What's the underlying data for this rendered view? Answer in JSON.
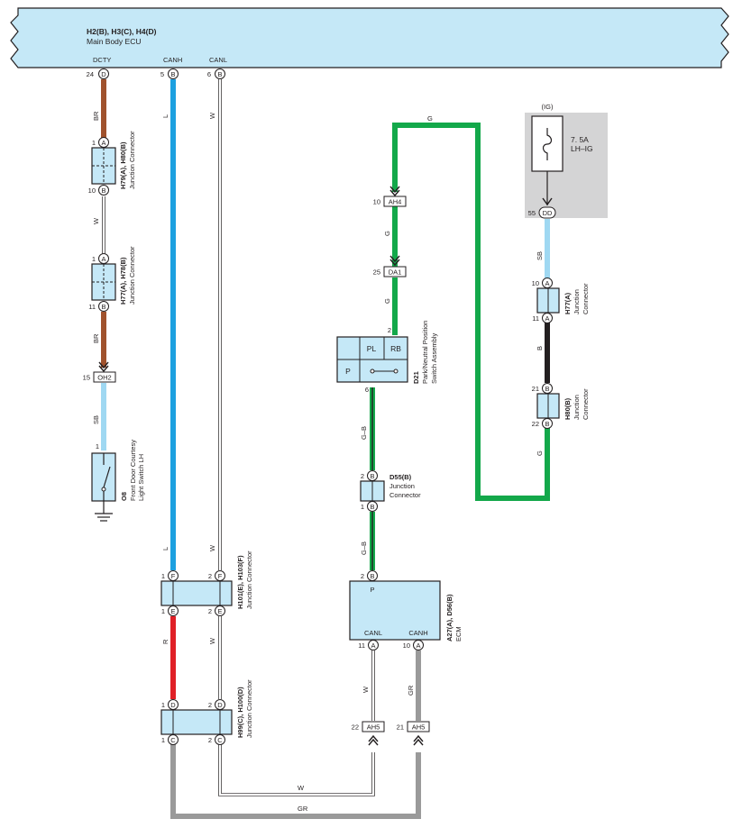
{
  "ecu": {
    "title_line1": "H2(B), H3(C), H4(D)",
    "title_line2": "Main Body ECU",
    "pins": {
      "dcty": {
        "label": "DCTY",
        "num": "24",
        "letter": "D"
      },
      "canh": {
        "label": "CANH",
        "num": "5",
        "letter": "B"
      },
      "canl": {
        "label": "CANL",
        "num": "6",
        "letter": "B"
      }
    }
  },
  "wire_colors": {
    "BR": "#a0522d",
    "W": "#ffffff",
    "SB": "#9fd8f2",
    "L": "#1ca0e0",
    "R": "#e02027",
    "GR": "#9a9a9a",
    "G": "#13a84a",
    "B": "#231f20",
    "G-B": "#13a84a"
  },
  "wire_labels": {
    "br1": "BR",
    "w1": "W",
    "br2": "BR",
    "sb1": "SB",
    "l1": "L",
    "l2": "L",
    "w_canl1": "W",
    "w_canl2": "W",
    "w_canl3": "W",
    "r1": "R",
    "g_top": "G",
    "g_ah4": "G",
    "g_da1": "G",
    "gb1": "G–B",
    "gb2": "G–B",
    "sb_fuse": "SB",
    "b_mid": "B",
    "g_right": "G",
    "w_ecm": "W",
    "gr_ecm": "GR",
    "w_bottom": "W",
    "gr_bottom": "GR"
  },
  "connectors": {
    "h79": {
      "name": "H79(A), H80(B)",
      "desc": "Junction Connector",
      "top_num": "1",
      "top_letter": "A",
      "bot_num": "10",
      "bot_letter": "B"
    },
    "h77": {
      "name": "H77(A), H78(B)",
      "desc": "Junction Connector",
      "top_num": "1",
      "top_letter": "A",
      "bot_num": "11",
      "bot_letter": "B"
    },
    "oh2": {
      "num": "15",
      "label": "OH2"
    },
    "o8": {
      "name": "O8",
      "desc1": "Front Door Courtesy",
      "desc2": "Light Switch LH",
      "pin": "1"
    },
    "h101": {
      "name": "H101(E), H103(F)",
      "desc": "Junction Connector",
      "l_top_num": "1",
      "l_top_letter": "F",
      "r_top_num": "2",
      "r_top_letter": "F",
      "l_bot_num": "1",
      "l_bot_letter": "E",
      "r_bot_num": "2",
      "r_bot_letter": "E"
    },
    "h99": {
      "name": "H99(C), H100(D)",
      "desc": "Junction Connector",
      "l_top_num": "1",
      "l_top_letter": "D",
      "r_top_num": "2",
      "r_top_letter": "D",
      "l_bot_num": "1",
      "l_bot_letter": "C",
      "r_bot_num": "2",
      "r_bot_letter": "C"
    },
    "ah4": {
      "num": "10",
      "label": "AH4"
    },
    "da1": {
      "num": "25",
      "label": "DA1"
    },
    "d21": {
      "name": "D21",
      "desc1": "Park/Neutral Position",
      "desc2": "Switch Assembly",
      "pin_top": "2",
      "pin_bot": "6",
      "cell_pl": "PL",
      "cell_rb": "RB",
      "cell_p": "P"
    },
    "d55": {
      "name": "D55(B)",
      "desc1": "Junction",
      "desc2": "Connector",
      "top_num": "2",
      "top_letter": "B",
      "bot_num": "1",
      "bot_letter": "B"
    },
    "ecm": {
      "name": "A27(A), D56(B)",
      "desc": "ECM",
      "p_num": "2",
      "p_letter": "B",
      "p_label": "P",
      "canl_label": "CANL",
      "canh_label": "CANH",
      "canl_num": "11",
      "canl_letter": "A",
      "canh_num": "10",
      "canh_letter": "A"
    },
    "ah5_l": {
      "num": "22",
      "label": "AH5"
    },
    "ah5_r": {
      "num": "21",
      "label": "AH5"
    },
    "fuse": {
      "ig": "(IG)",
      "rating": "7. 5A",
      "name": "LH–IG",
      "num": "55",
      "letter": "DD"
    },
    "h77r": {
      "name": "H77(A)",
      "desc1": "Junction",
      "desc2": "Connector",
      "top_num": "10",
      "top_letter": "A",
      "bot_num": "11",
      "bot_letter": "A"
    },
    "h80r": {
      "name": "H80(B)",
      "desc1": "Junction",
      "desc2": "Connector",
      "top_num": "21",
      "top_letter": "B",
      "bot_num": "22",
      "bot_letter": "B"
    }
  }
}
